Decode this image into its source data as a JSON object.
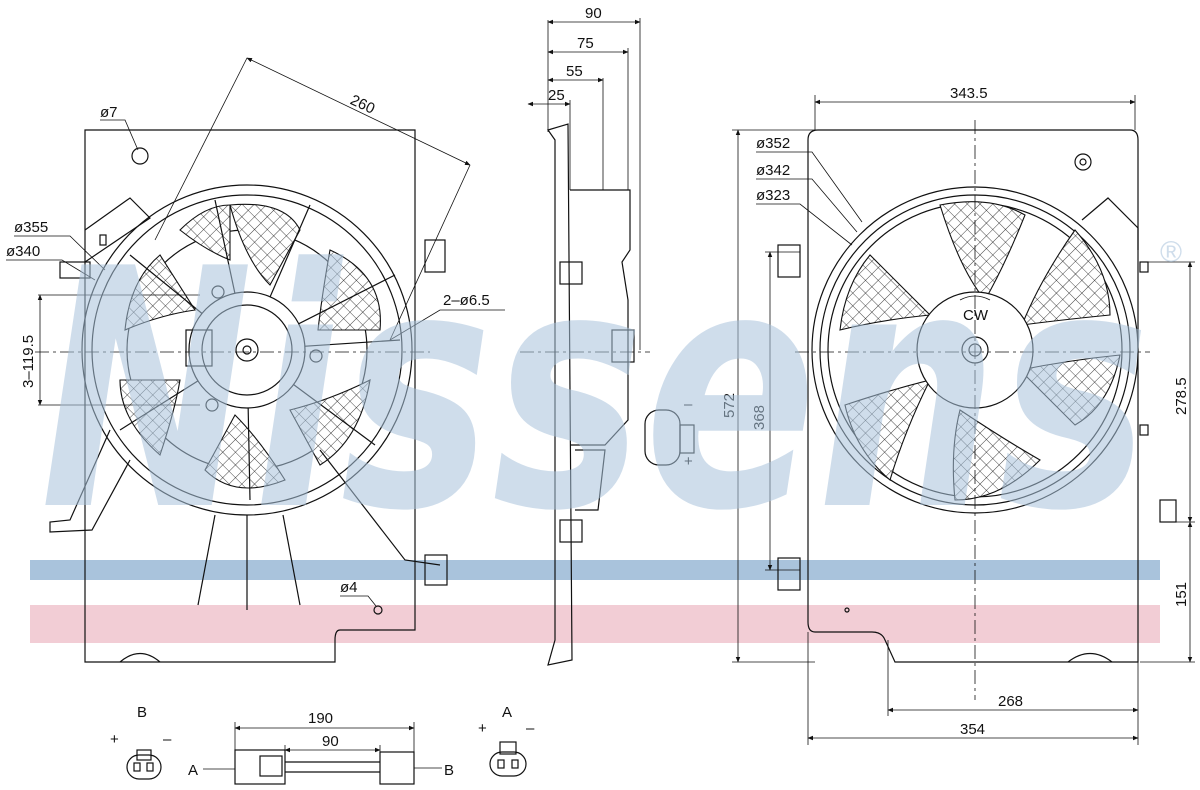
{
  "watermark": {
    "text": "Nissens",
    "registered": "®",
    "color_text": "#a9c3dc",
    "color_band_blue": "#a9c3dc",
    "color_band_pink": "#f2cdd5"
  },
  "front_view": {
    "labels": {
      "hole_top": "ø7",
      "dia_outer": "ø355",
      "dia_inner": "ø340",
      "diag_len": "260",
      "mount_holes": "2–ø6.5",
      "spacing": "3–119.5",
      "small_hole": "ø4"
    }
  },
  "side_view": {
    "dims": [
      "90",
      "75",
      "55",
      "25"
    ],
    "connector_minus": "–",
    "connector_plus": "+"
  },
  "rear_view": {
    "labels": {
      "width_top": "343.5",
      "dia_352": "ø352",
      "dia_342": "ø342",
      "dia_323": "ø323",
      "rotation": "CW",
      "height_total": "572",
      "height_inner": "368",
      "right_upper": "278.5",
      "right_lower": "151",
      "width_bottom_1": "268",
      "width_bottom_2": "354"
    }
  },
  "connectors": {
    "left_label": "B",
    "left_plus": "+",
    "left_minus": "–",
    "cable_len_total": "190",
    "cable_len_inner": "90",
    "end_a": "A",
    "end_b": "B",
    "right_label": "A",
    "right_plus": "+",
    "right_minus": "–"
  }
}
